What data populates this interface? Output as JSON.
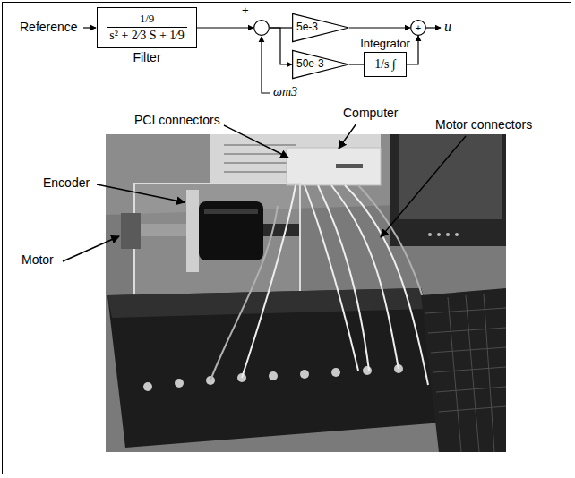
{
  "diagram": {
    "nodes": [
      {
        "text": [
          "1/9",
          "s² + 2⁄3 S + 1⁄9",
          "Filter"
        ]
      },
      {
        "text": [
          "+",
          "−"
        ]
      },
      {
        "text": [
          "5e-3"
        ]
      },
      {
        "text": [
          "50e-3"
        ]
      },
      {
        "text": [
          "Integrator",
          "1/s ∫"
        ]
      },
      {
        "text": [
          "+"
        ]
      }
    ],
    "edges": [
      {
        "from": 0,
        "to": 1,
        "arrow": "to"
      },
      {
        "from": 1,
        "to": 2,
        "arrow": "none"
      },
      {
        "from": 1,
        "to": 3,
        "arrow": "to"
      },
      {
        "from": 2,
        "to": 5,
        "arrow": "to"
      },
      {
        "from": 3,
        "to": 4,
        "arrow": "none"
      },
      {
        "from": 4,
        "to": 5,
        "arrow": "to"
      }
    ],
    "labels": [
      "Reference",
      "u",
      "ωm3",
      "PCI connectors",
      "Computer",
      "Motor connectors",
      "Encoder",
      "Motor"
    ]
  }
}
